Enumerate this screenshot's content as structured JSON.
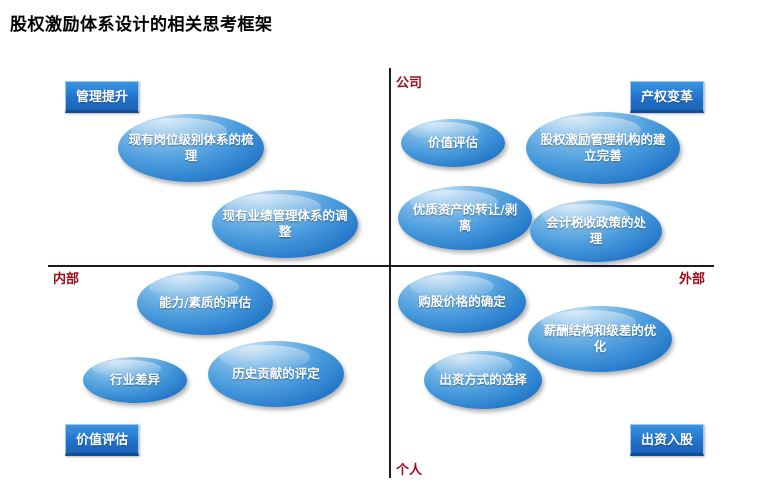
{
  "title": "股权激励体系设计的相关思考框架",
  "colors": {
    "axis": "#1a1a28",
    "axis_label": "#9e0b1a",
    "tag_blue": "#2276c8",
    "bubble_blue": "#2276c8",
    "text_on_blue": "#ffffff",
    "background": "#ffffff"
  },
  "axes": {
    "top_label": "公司",
    "bottom_label": "个人",
    "left_label": "内部",
    "right_label": "外部"
  },
  "corner_tags": [
    {
      "id": "tl",
      "label": "管理提升"
    },
    {
      "id": "tr",
      "label": "产权变革"
    },
    {
      "id": "bl",
      "label": "价值评估"
    },
    {
      "id": "br",
      "label": "出资入股"
    }
  ],
  "quadrants": {
    "upper_left": {
      "tag": "管理提升",
      "bubbles": [
        {
          "id": "job-grade",
          "label": "现有岗位级别体系的梳理"
        },
        {
          "id": "performance",
          "label": "现有业绩管理体系的调整"
        }
      ]
    },
    "upper_right": {
      "tag": "产权变革",
      "bubbles": [
        {
          "id": "valuation-ur",
          "label": "价值评估"
        },
        {
          "id": "equity-org",
          "label": "股权激励管理机构的建立完善"
        },
        {
          "id": "asset-transfer",
          "label": "优质资产的转让/剥离"
        },
        {
          "id": "tax-policy",
          "label": "会计税收政策的处理"
        }
      ]
    },
    "lower_left": {
      "tag": "价值评估",
      "bubbles": [
        {
          "id": "competency",
          "label": "能力/素质的评估"
        },
        {
          "id": "industry-diff",
          "label": "行业差异"
        },
        {
          "id": "history-contrib",
          "label": "历史贡献的评定"
        }
      ]
    },
    "lower_right": {
      "tag": "出资入股",
      "bubbles": [
        {
          "id": "purchase-price",
          "label": "购股价格的确定"
        },
        {
          "id": "pay-structure",
          "label": "薪酬结构和级差的优化"
        },
        {
          "id": "contrib-method",
          "label": "出资方式的选择"
        }
      ]
    }
  }
}
